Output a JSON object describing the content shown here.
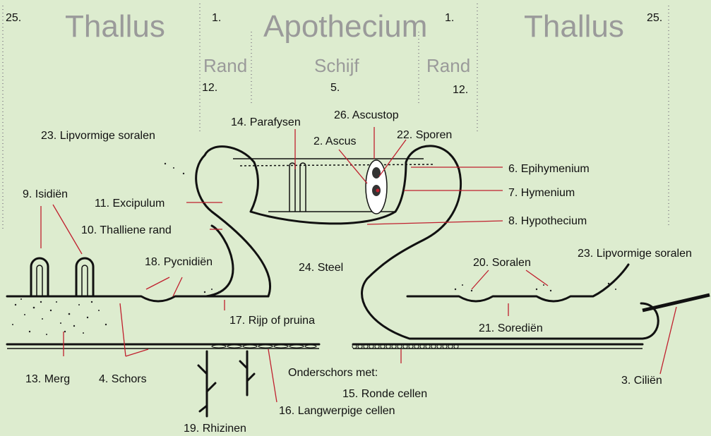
{
  "header": {
    "thallus_left": "Thallus",
    "apothecium": "Apothecium",
    "thallus_right": "Thallus",
    "rand_left": "Rand",
    "schijf": "Schijf",
    "rand_right": "Rand",
    "num_25_left": "25.",
    "num_1_left": "1.",
    "num_1_right": "1.",
    "num_25_right": "25.",
    "num_12_left": "12.",
    "num_5": "5.",
    "num_12_right": "12."
  },
  "labels": {
    "ascustop": "26. Ascustop",
    "parafysen": "14. Parafysen",
    "ascus": "2. Ascus",
    "sporen": "22. Sporen",
    "lipvormige_left": "23. Lipvormige soralen",
    "epihymenium": "6. Epihymenium",
    "hymenium": "7. Hymenium",
    "hypothecium": "8. Hypothecium",
    "isidien": "9. Isidiën",
    "excipulum": "11. Excipulum",
    "thalliene_rand": "10. Thalliene rand",
    "pycnidien": "18. Pycnidiën",
    "steel": "24. Steel",
    "soralen": "20. Soralen",
    "lipvormige_right": "23. Lipvormige soralen",
    "pruina": "17. Rijp of pruina",
    "soredien": "21. Sorediën",
    "merg": "13. Merg",
    "schors": "4. Schors",
    "onderschors": "Onderschors met:",
    "ronde_cellen": "15. Ronde cellen",
    "langwerpige_cellen": "16. Langwerpige cellen",
    "rhizinen": "19. Rhizinen",
    "cilien": "3. Ciliën"
  },
  "colors": {
    "background": "#ddeccf",
    "leader": "#c0202e",
    "outline": "#111111",
    "header_text": "#9a9a9a"
  }
}
